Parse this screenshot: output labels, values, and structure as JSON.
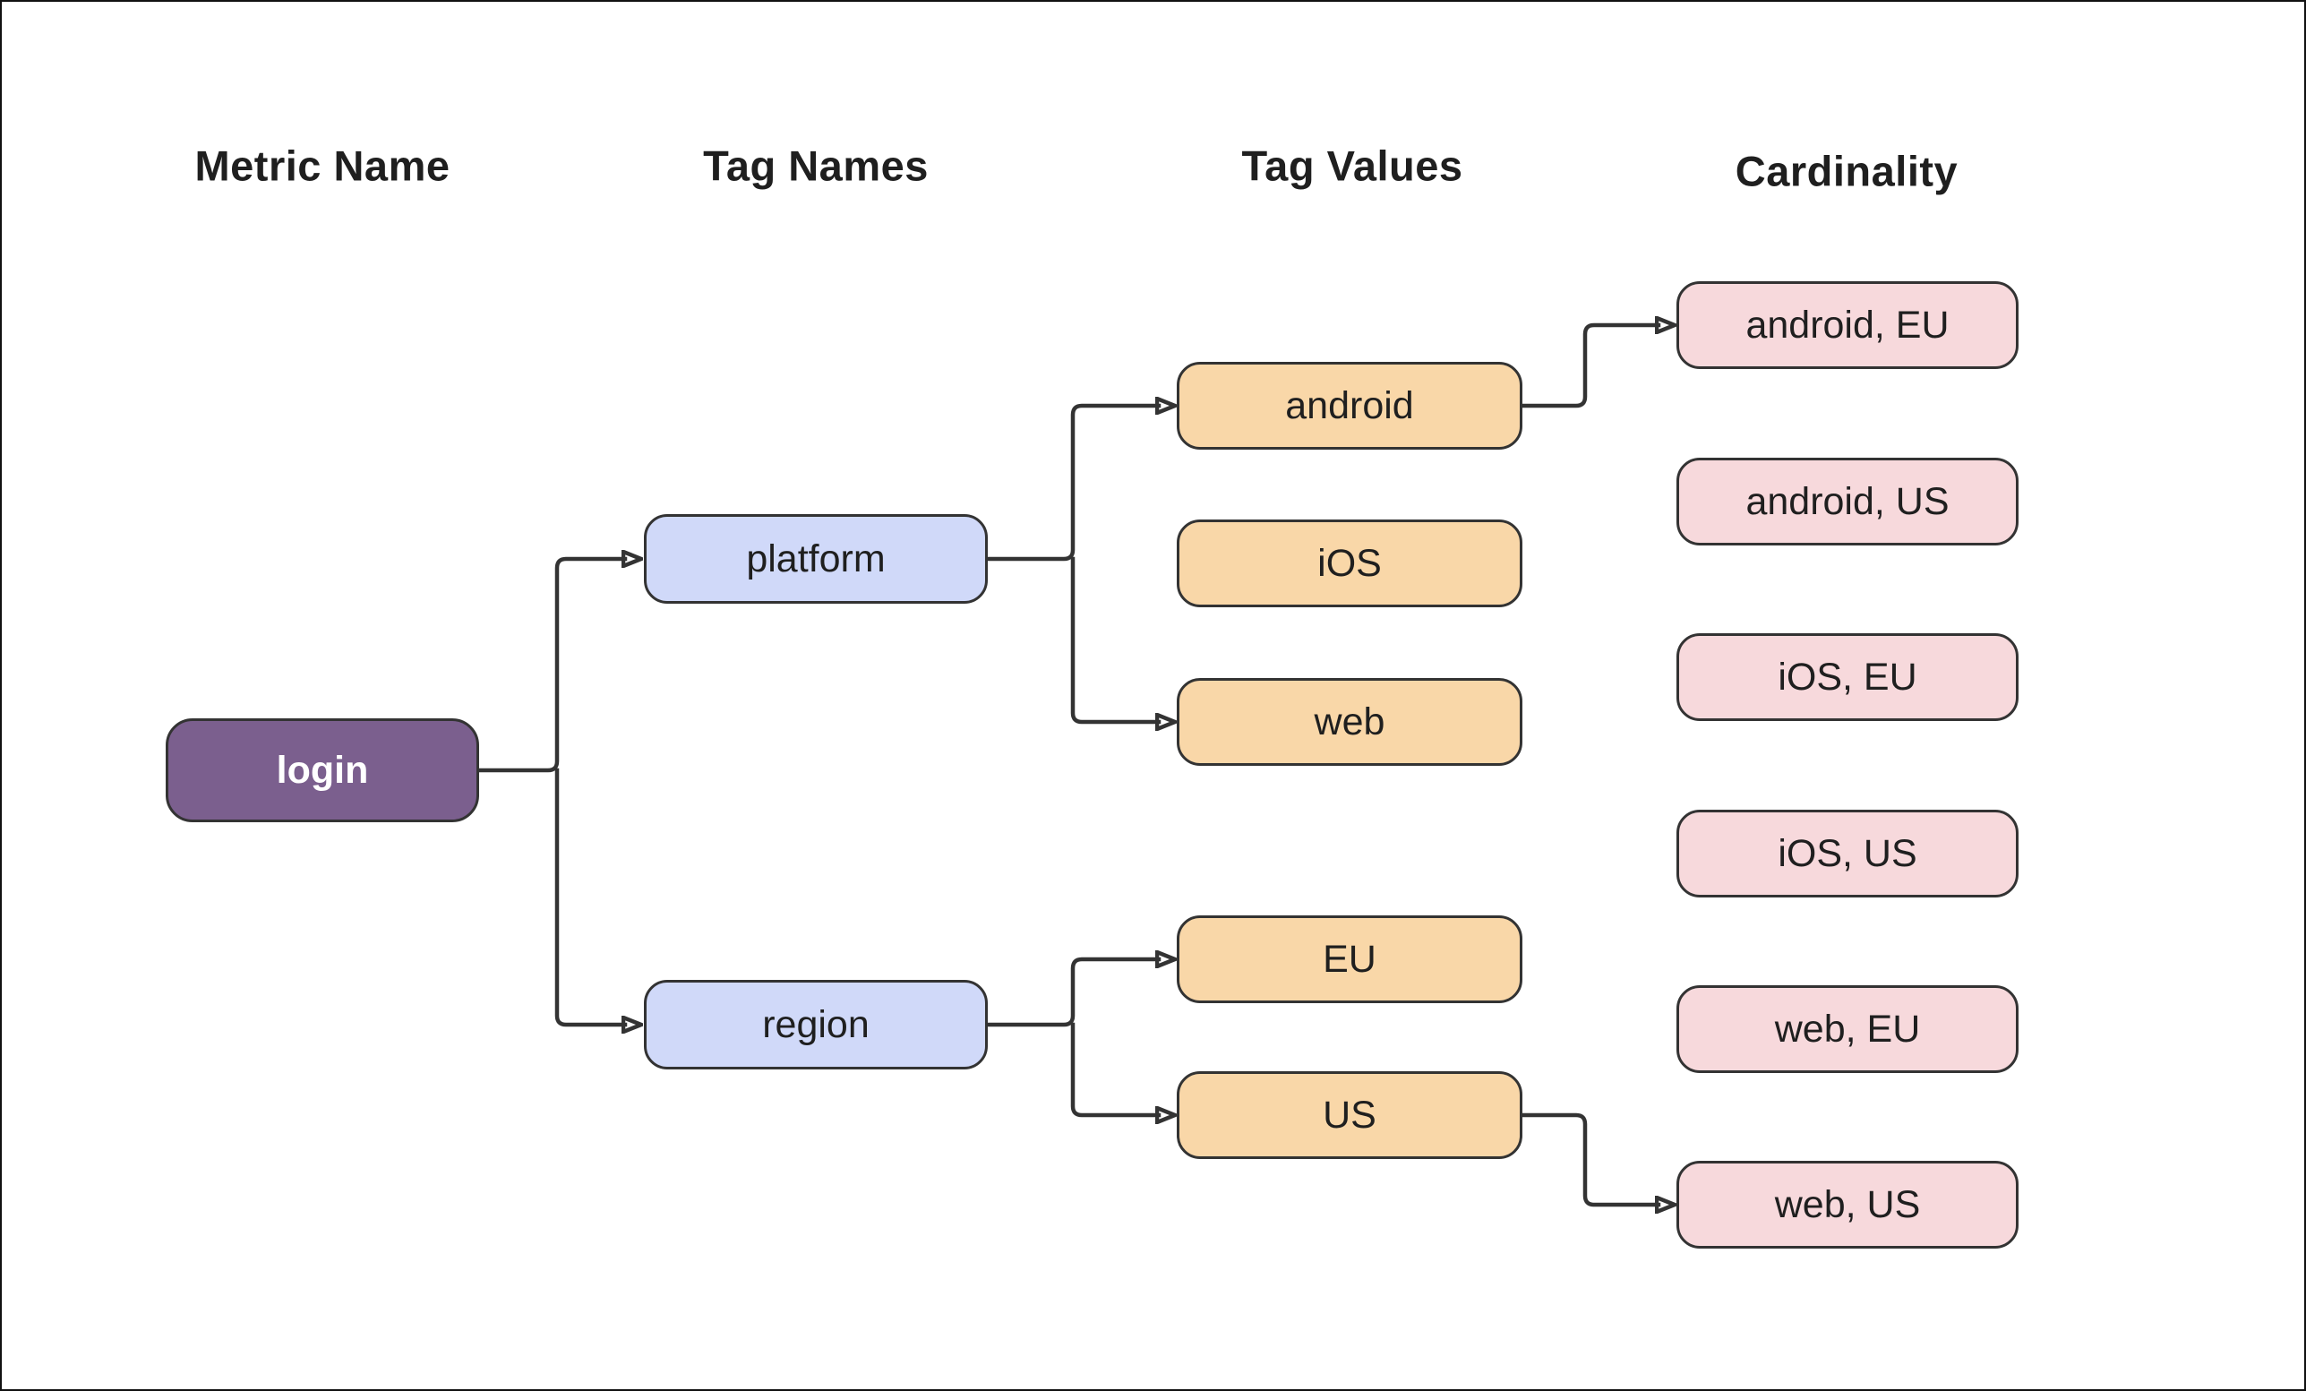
{
  "diagram": {
    "columns": [
      {
        "id": "metric_name",
        "header": "Metric Name"
      },
      {
        "id": "tag_names",
        "header": "Tag Names"
      },
      {
        "id": "tag_values",
        "header": "Tag Values"
      },
      {
        "id": "cardinality",
        "header": "Cardinality"
      }
    ],
    "nodes": {
      "login": {
        "label": "login",
        "type": "metric"
      },
      "platform": {
        "label": "platform",
        "type": "tag_name"
      },
      "region": {
        "label": "region",
        "type": "tag_name"
      },
      "android": {
        "label": "android",
        "type": "tag_value"
      },
      "ios": {
        "label": "iOS",
        "type": "tag_value"
      },
      "web": {
        "label": "web",
        "type": "tag_value"
      },
      "eu": {
        "label": "EU",
        "type": "tag_value"
      },
      "us": {
        "label": "US",
        "type": "tag_value"
      },
      "android_eu": {
        "label": "android, EU",
        "type": "cardinality"
      },
      "android_us": {
        "label": "android, US",
        "type": "cardinality"
      },
      "ios_eu": {
        "label": "iOS, EU",
        "type": "cardinality"
      },
      "ios_us": {
        "label": "iOS, US",
        "type": "cardinality"
      },
      "web_eu": {
        "label": "web, EU",
        "type": "cardinality"
      },
      "web_us": {
        "label": "web, US",
        "type": "cardinality"
      }
    },
    "edges": [
      {
        "from": "login",
        "to": "platform"
      },
      {
        "from": "login",
        "to": "region"
      },
      {
        "from": "platform",
        "to": "android"
      },
      {
        "from": "platform",
        "to": "web"
      },
      {
        "from": "region",
        "to": "eu"
      },
      {
        "from": "region",
        "to": "us"
      },
      {
        "from": "android",
        "to": "android_eu"
      },
      {
        "from": "us",
        "to": "web_us"
      }
    ]
  },
  "colors": {
    "background": "#FFFFFF",
    "metric_fill": "#7B5F8E",
    "metric_text": "#FFFFFF",
    "tag_name_fill": "#D0D9F9",
    "tag_value_fill": "#F9D7A8",
    "cardinality_fill": "#F7D9DC",
    "node_border": "#333333",
    "connector": "#333333",
    "text": "#1F1F1F"
  }
}
